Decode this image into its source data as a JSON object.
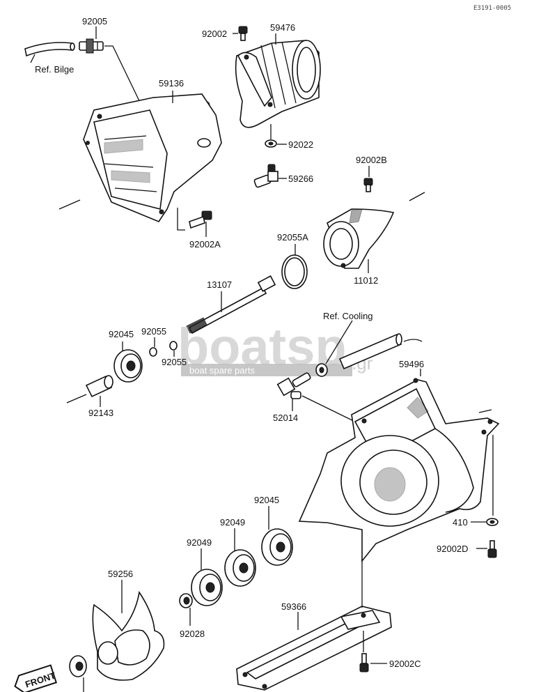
{
  "drawing_code": "E3191-0005",
  "watermark": {
    "brand": "boatsp",
    "suffix": ".gr",
    "tagline": "boat spare parts"
  },
  "callouts": [
    {
      "id": "92005",
      "text": "92005"
    },
    {
      "id": "ref-bilge",
      "text": "Ref. Bilge"
    },
    {
      "id": "92002",
      "text": "92002"
    },
    {
      "id": "59476",
      "text": "59476"
    },
    {
      "id": "59136",
      "text": "59136"
    },
    {
      "id": "92022",
      "text": "92022"
    },
    {
      "id": "92002B",
      "text": "92002B"
    },
    {
      "id": "59266",
      "text": "59266"
    },
    {
      "id": "92002A",
      "text": "92002A"
    },
    {
      "id": "92055A",
      "text": "92055A"
    },
    {
      "id": "11012",
      "text": "11012"
    },
    {
      "id": "13107",
      "text": "13107"
    },
    {
      "id": "ref-cooling",
      "text": "Ref. Cooling"
    },
    {
      "id": "92045-top",
      "text": "92045"
    },
    {
      "id": "92055-a",
      "text": "92055"
    },
    {
      "id": "92055-b",
      "text": "92055"
    },
    {
      "id": "59496",
      "text": "59496"
    },
    {
      "id": "92143",
      "text": "92143"
    },
    {
      "id": "52014",
      "text": "52014"
    },
    {
      "id": "92045-mid",
      "text": "92045"
    },
    {
      "id": "92049-a",
      "text": "92049"
    },
    {
      "id": "92049-b",
      "text": "92049"
    },
    {
      "id": "410",
      "text": "410"
    },
    {
      "id": "92002D",
      "text": "92002D"
    },
    {
      "id": "59256",
      "text": "59256"
    },
    {
      "id": "59366",
      "text": "59366"
    },
    {
      "id": "92028",
      "text": "92028"
    },
    {
      "id": "92002C",
      "text": "92002C"
    },
    {
      "id": "front",
      "text": "FRONT"
    }
  ]
}
